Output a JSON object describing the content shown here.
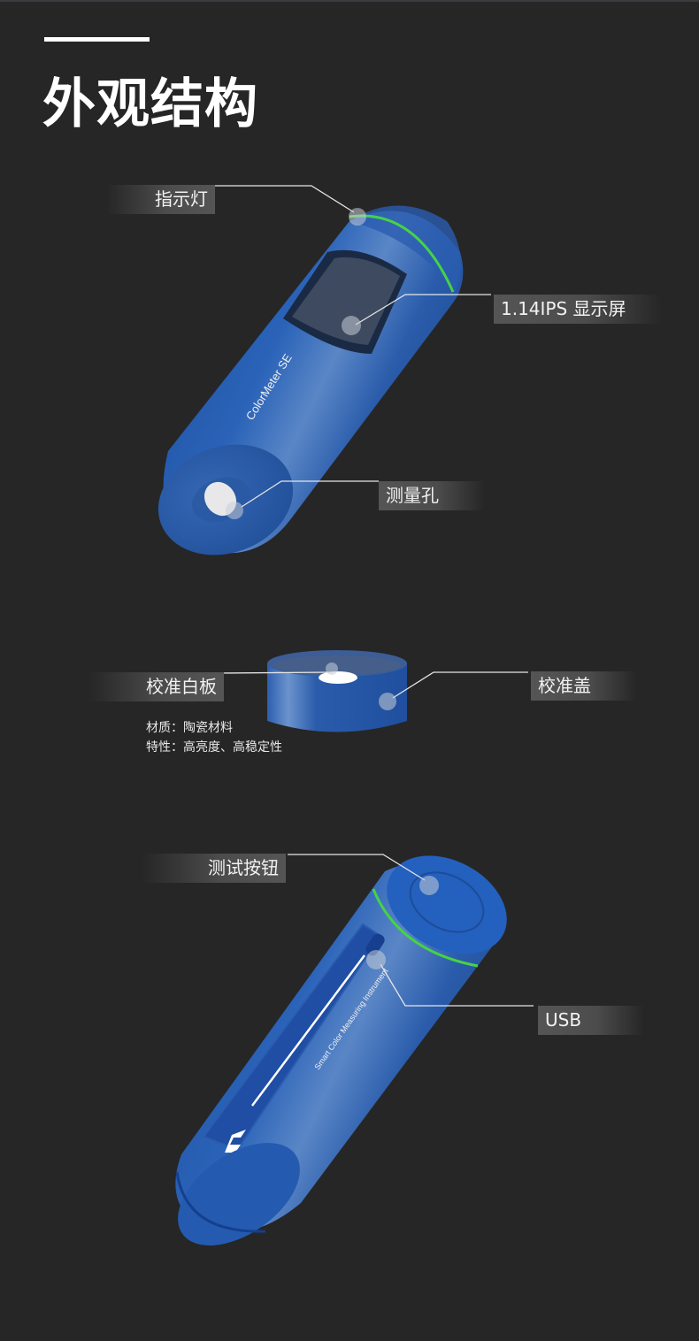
{
  "page": {
    "title": "外观结构",
    "accent_green": "#46d246",
    "device_blue": "#2358aa"
  },
  "device_front": {
    "brand_text": "ColorMeter SE",
    "labels": {
      "indicator": "指示灯",
      "screen": "1.14IPS 显示屏",
      "aperture": "测量孔"
    }
  },
  "calibration": {
    "labels": {
      "white_board": "校准白板",
      "cap": "校准盖"
    },
    "specs": [
      "材质：陶瓷材料",
      "特性：高亮度、高稳定性"
    ]
  },
  "device_back": {
    "strip_text": "Smart Color Measuring Instrument",
    "labels": {
      "test_button": "测试按钮",
      "usb": "USB"
    }
  }
}
